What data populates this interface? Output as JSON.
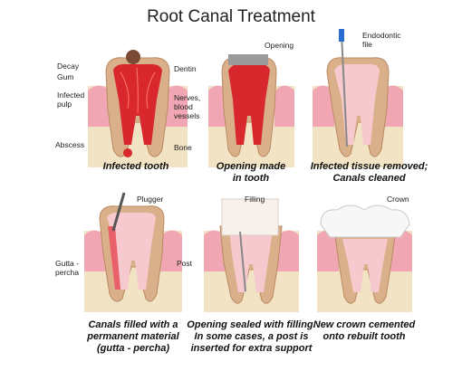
{
  "title": "Root Canal Treatment",
  "panels": [
    {
      "caption": [
        "Infected tooth"
      ],
      "labels": {
        "decay": "Decay",
        "gum": "Gum",
        "infected_pulp_1": "Infected",
        "infected_pulp_2": "pulp",
        "dentin": "Dentin",
        "nerves_1": "Nerves,",
        "nerves_2": "blood",
        "nerves_3": "vessels",
        "abscess": "Abscess",
        "bone": "Bone"
      }
    },
    {
      "caption": [
        "Opening made",
        "in tooth"
      ],
      "labels": {
        "opening": "Opening"
      }
    },
    {
      "caption": [
        "Infected tissue removed;",
        "Canals cleaned"
      ],
      "labels": {
        "file_1": "Endodontic",
        "file_2": "file"
      }
    },
    {
      "caption": [
        "Canals filled with a",
        "permanent material",
        "(gutta - percha)"
      ],
      "labels": {
        "plugger": "Plugger",
        "gutta_1": "Gutta -",
        "gutta_2": "percha"
      }
    },
    {
      "caption": [
        "Opening sealed with filling.",
        "In some cases, a post is",
        "inserted for extra support"
      ],
      "labels": {
        "filling": "Filling",
        "post": "Post"
      }
    },
    {
      "caption": [
        "New crown cemented",
        "onto rebuilt tooth"
      ],
      "labels": {
        "crown": "Crown"
      }
    }
  ],
  "colors": {
    "gum": "#f1a7b3",
    "bone": "#f2e3c4",
    "dentin": "#d9b08a",
    "enamel": "#f5f0ea",
    "pulp": "#d8282d",
    "canal": "#f6c9cf",
    "filling": "#f8f1ec",
    "crown": "#f7f7f7"
  }
}
